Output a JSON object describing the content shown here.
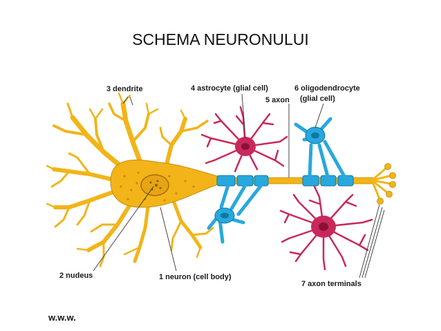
{
  "title": "SCHEMA NEURONULUI",
  "footer": "w.w.w.",
  "labels": {
    "dendrite": "3 dendrite",
    "astrocyte": "4 astrocyte (glial cell)",
    "oligodendrocyte_line1": "6 oligodendrocyte",
    "oligodendrocyte_line2": "(glial cell)",
    "axon": "5 axon",
    "nucleus": "2 nudeus",
    "neuron": "1 neuron (cell body)",
    "axon_terminals": "7 axon terminals"
  },
  "colors": {
    "neuron": "#f2b418",
    "neuron_stroke": "#c98a05",
    "astrocyte": "#c8285a",
    "oligodendrocyte": "#27a8de",
    "oligodendrocyte_stroke": "#11779f",
    "nucleus": "#e7a414",
    "leader_line": "#333333"
  }
}
